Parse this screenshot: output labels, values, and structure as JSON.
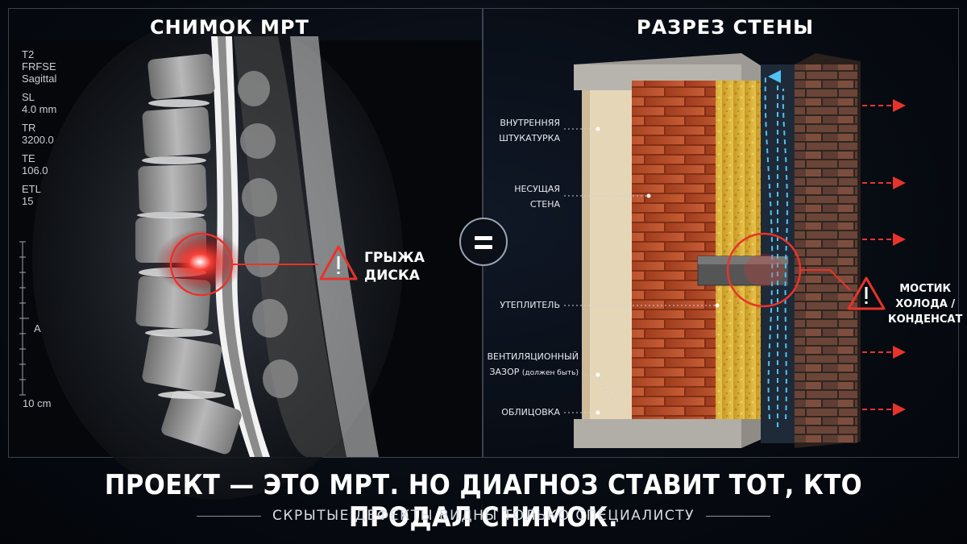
{
  "left_panel": {
    "title": "СНИМОК МРТ",
    "mri_meta": {
      "seq1": "T2",
      "seq2": "FRFSE",
      "plane": "Sagittal",
      "sl_label": "SL",
      "sl_value": "4.0 mm",
      "tr_label": "TR",
      "tr_value": "3200.0",
      "te_label": "TE",
      "te_value": "106.0",
      "etl_label": "ETL",
      "etl_value": "15"
    },
    "ruler_mark": "A",
    "scale_label": "10 cm",
    "warning": {
      "line1": "ГРЫЖА",
      "line2": "ДИСКА",
      "icon": "warning-triangle-icon"
    }
  },
  "equals_symbol": "equals-icon",
  "right_panel": {
    "title": "РАЗРЕЗ СТЕНЫ",
    "labels": {
      "inner_plaster_1": "ВНУТРЕННЯЯ",
      "inner_plaster_2": "ШТУКАТУРКА",
      "bearing_1": "НЕСУЩАЯ",
      "bearing_2": "СТЕНА",
      "insulation": "УТЕПЛИТЕЛЬ",
      "vent_1": "ВЕНТИЛЯЦИОННЫЙ",
      "vent_2a": "ЗАЗОР",
      "vent_2b": "(должен быть)",
      "facing": "ОБЛИЦОВКА"
    },
    "warning": {
      "line1": "МОСТИК",
      "line2": "ХОЛОДА /",
      "line3": "КОНДЕНСАТ",
      "icon": "warning-triangle-icon"
    }
  },
  "colors": {
    "accent_red": "#e8332a",
    "brick": "#c4522c",
    "insulation": "#d9b43a",
    "airflow": "#4fc3f7"
  },
  "headline": "ПРОЕКТ — ЭТО МРТ. НО ДИАГНОЗ СТАВИТ ТОТ, КТО ПРОДАЛ СНИМОК.",
  "subline": "СКРЫТЫЕ ДЕФЕКТЫ ВИДНЫ ТОЛЬКО СПЕЦИАЛИСТУ"
}
